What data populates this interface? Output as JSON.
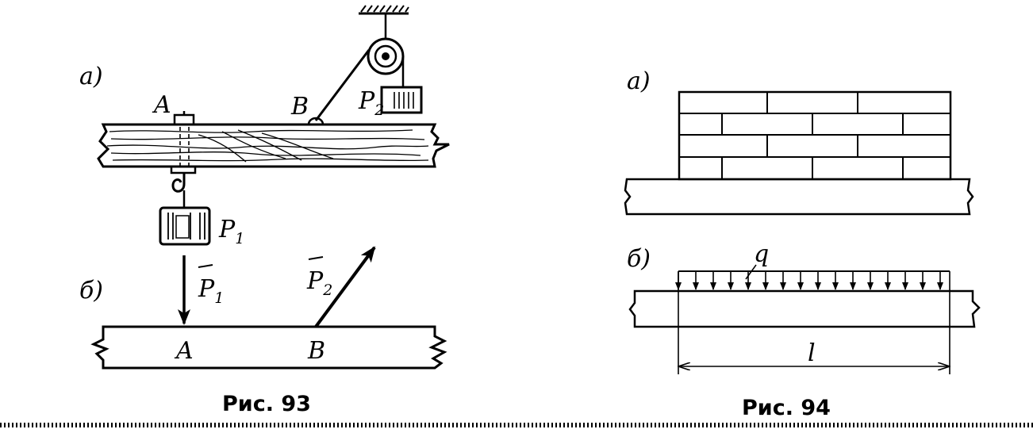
{
  "fig93": {
    "part_a": "а)",
    "part_b": "б)",
    "point_a_top": "A",
    "point_b_top": "B",
    "weight_p1": "P",
    "weight_p1_sub": "1",
    "weight_p2": "P",
    "weight_p2_sub": "2",
    "force_p1": "P",
    "force_p1_sub": "1",
    "force_p2": "P",
    "force_p2_sub": "2",
    "point_a_bottom": "A",
    "point_b_bottom": "B",
    "caption": "Рис. 93"
  },
  "fig94": {
    "part_a": "а)",
    "part_b": "б)",
    "load_label": "q",
    "span_label": "l",
    "caption": "Рис. 94"
  }
}
